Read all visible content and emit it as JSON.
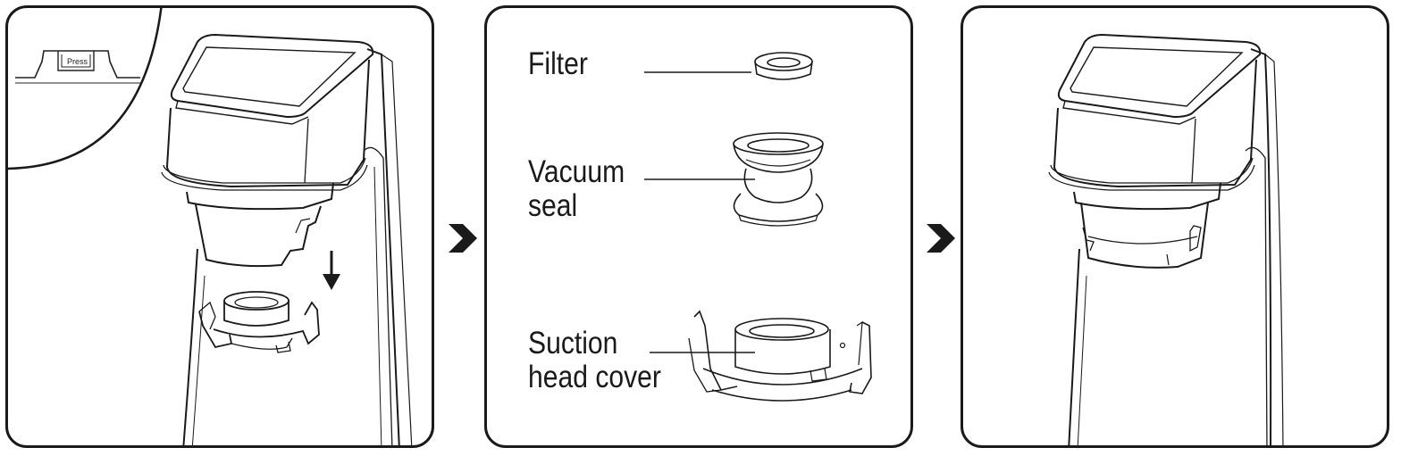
{
  "panels": [
    {
      "name": "step-remove-suction-head",
      "inset_label": "Press"
    },
    {
      "name": "parts-breakdown",
      "parts": [
        {
          "lines": [
            "Filter"
          ]
        },
        {
          "lines": [
            "Vacuum",
            "seal"
          ]
        },
        {
          "lines": [
            "Suction",
            "head cover"
          ]
        }
      ]
    },
    {
      "name": "step-reassembled"
    }
  ],
  "icons": {
    "step_arrow": "chevron-right-icon",
    "direction_arrow": "arrow-down-icon"
  },
  "colors": {
    "line": "#1a1a1a",
    "background": "#ffffff"
  }
}
